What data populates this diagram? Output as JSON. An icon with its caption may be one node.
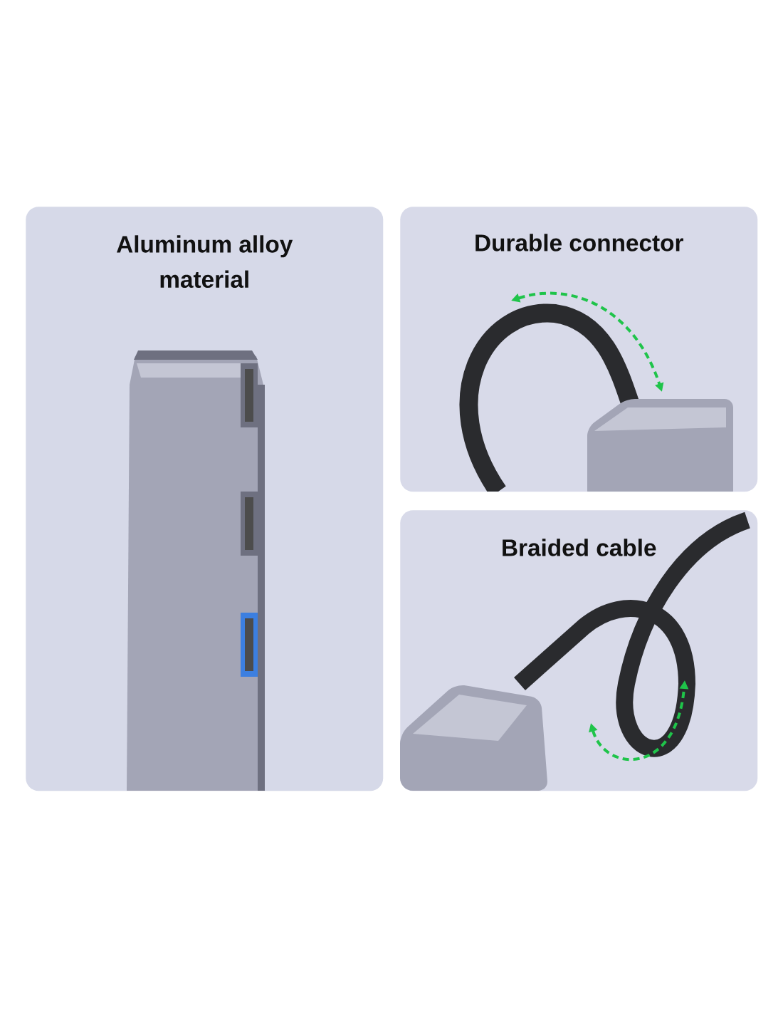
{
  "diagram": {
    "nodes": [
      {
        "text": [
          "Aluminum alloy material"
        ]
      },
      {
        "text": [
          "Durable connector"
        ]
      },
      {
        "text": [
          "Braided cable"
        ]
      }
    ]
  }
}
